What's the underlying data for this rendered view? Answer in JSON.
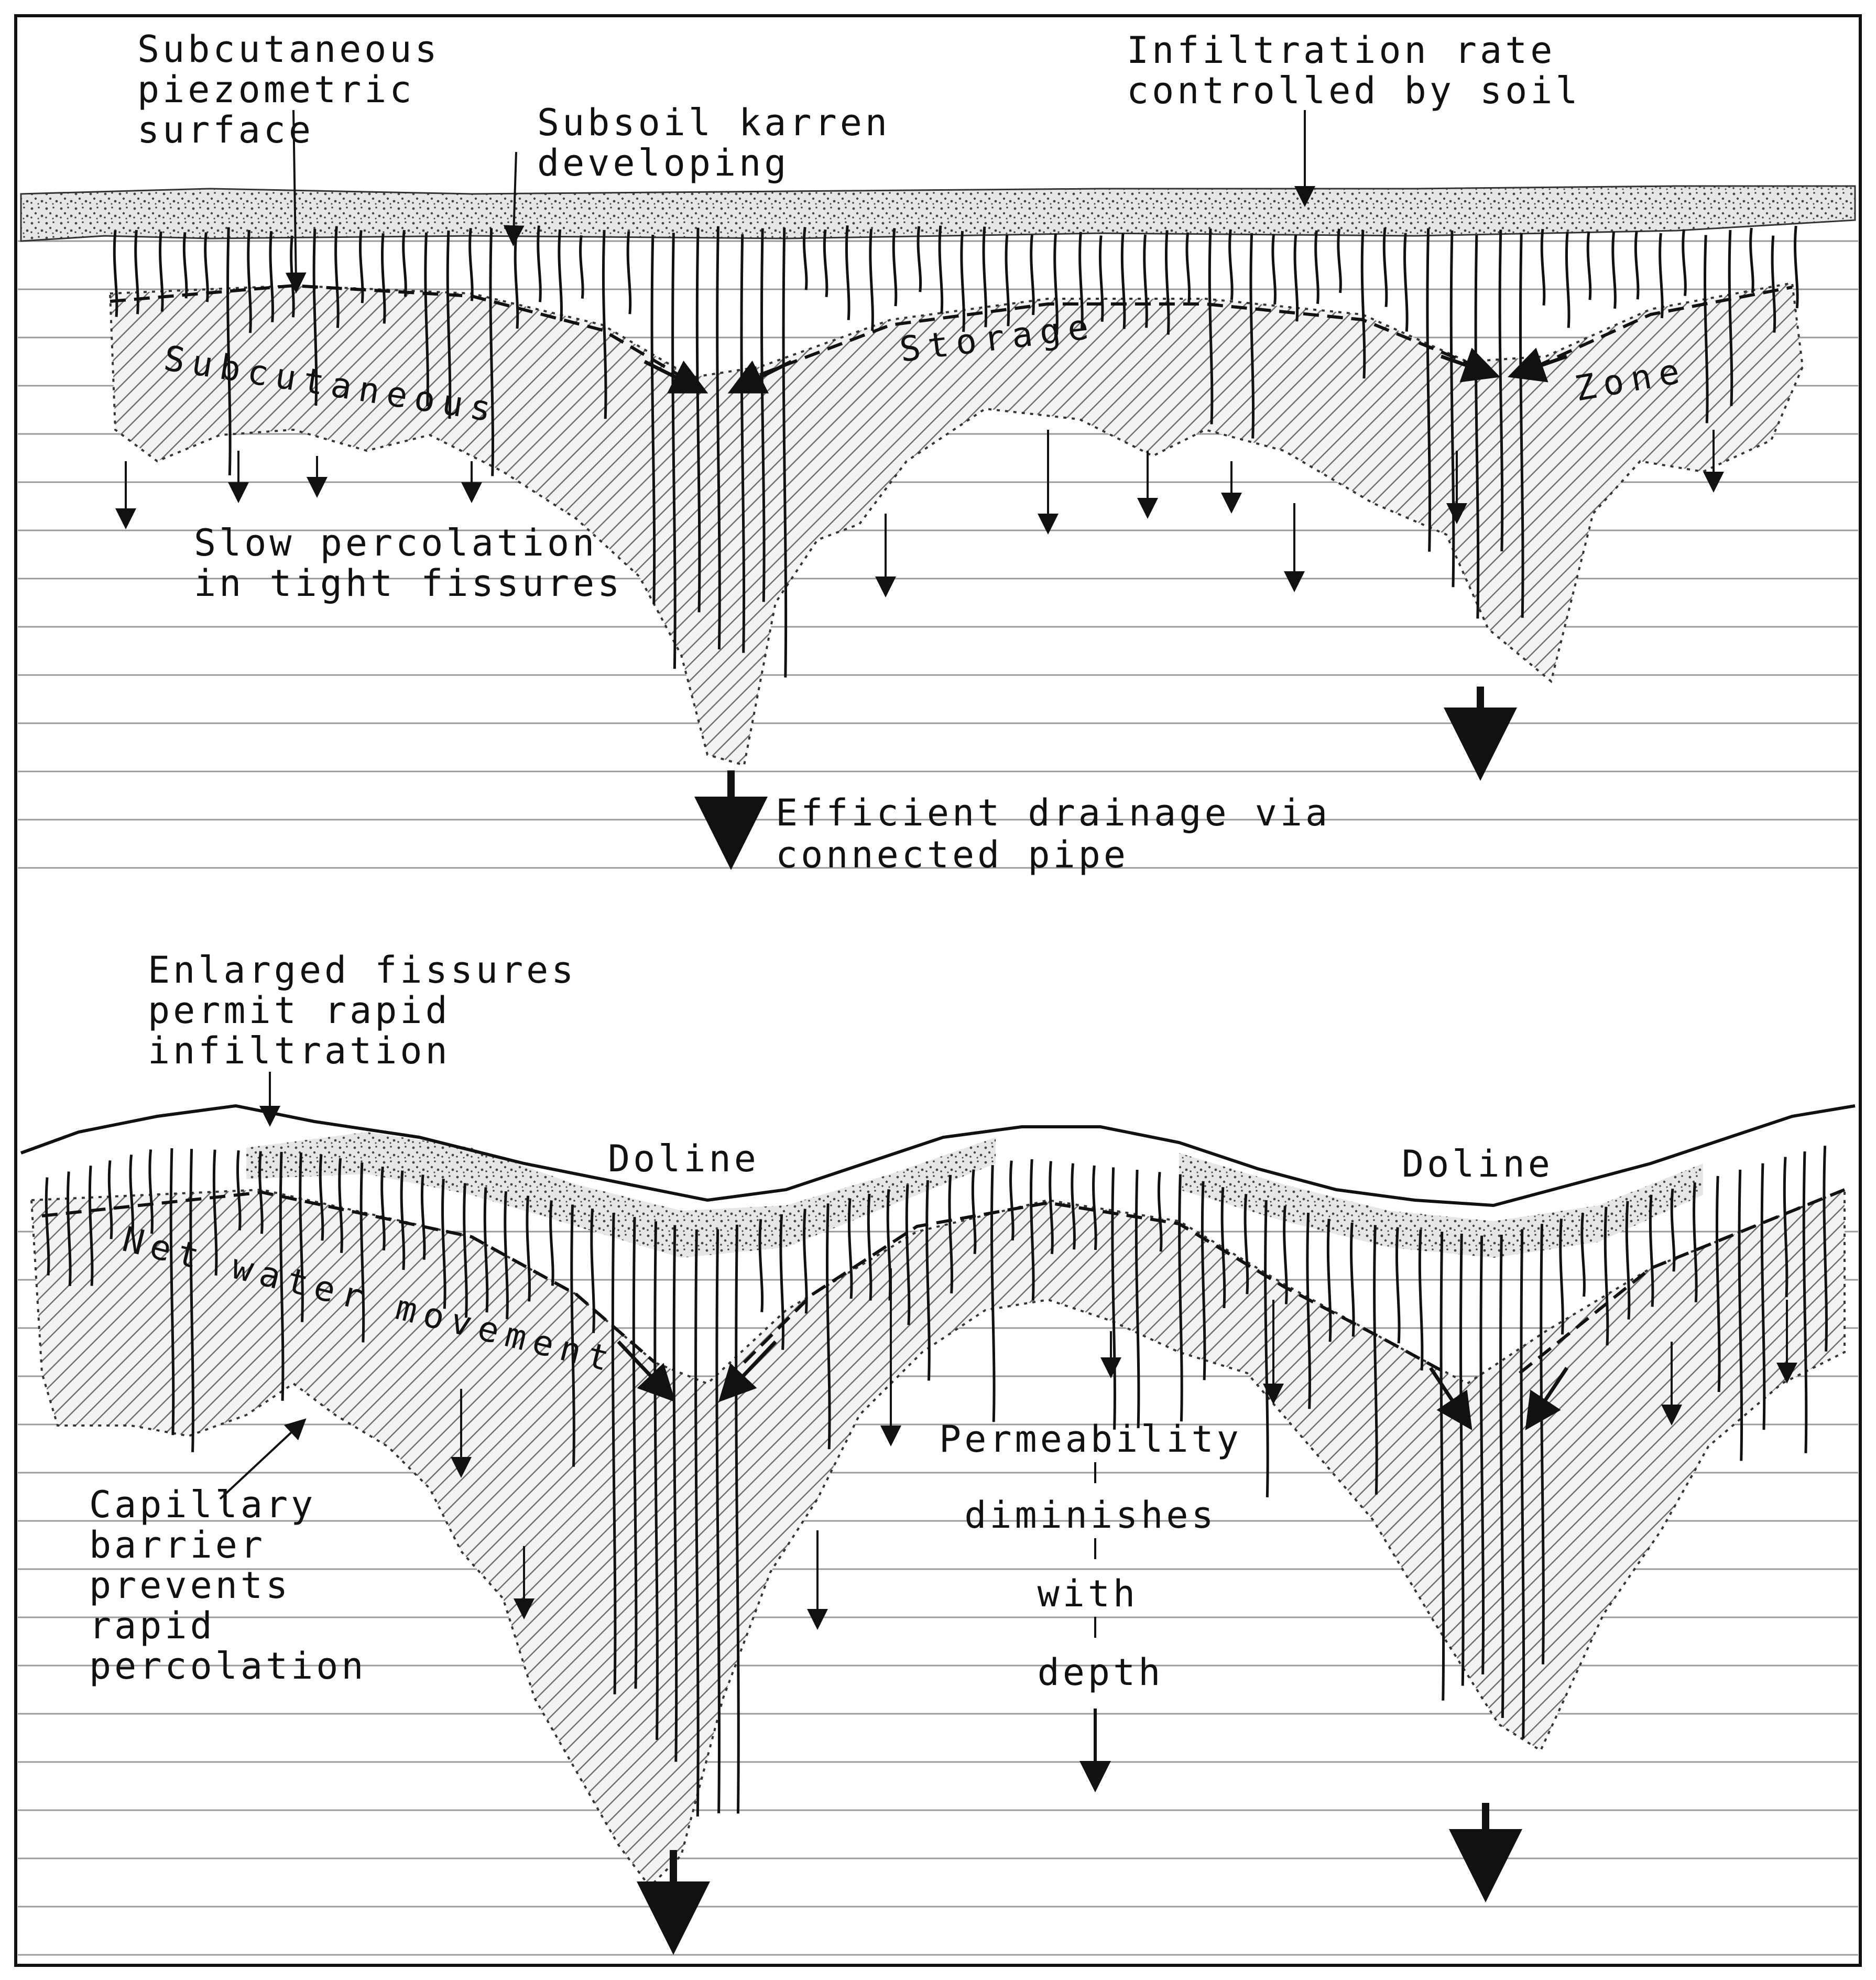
{
  "upper_section": {
    "labels": {
      "subcutaneous_surface": [
        "Subcutaneous",
        "piezometric",
        "surface"
      ],
      "subsoil_karren": [
        "Subsoil karren",
        "developing"
      ],
      "infiltration_rate": [
        "Infiltration rate",
        "controlled by soil"
      ],
      "slow_percolation": [
        "Slow percolation",
        "in tight fissures"
      ],
      "efficient_drainage": [
        "Efficient drainage via",
        "connected pipe"
      ]
    },
    "zone_words": [
      "Subcutaneous",
      "Storage",
      "Zone"
    ]
  },
  "lower_section": {
    "labels": {
      "enlarged_fissures": [
        "Enlarged fissures",
        "permit rapid",
        "infiltration"
      ],
      "doline_left": "Doline",
      "doline_right": "Doline",
      "net_water_movement": "Net water movement",
      "capillary_barrier": [
        "Capillary",
        "barrier",
        "prevents",
        "rapid",
        "percolation"
      ],
      "permeability": [
        "Permeability",
        "diminishes",
        "with",
        "depth"
      ]
    }
  },
  "colors": {
    "ink": "#111111",
    "background": "#ffffff",
    "soil_fill": "#d8d8d8",
    "hatch": "#6e6e6e",
    "bedding_lines": "#9a9a9a"
  }
}
